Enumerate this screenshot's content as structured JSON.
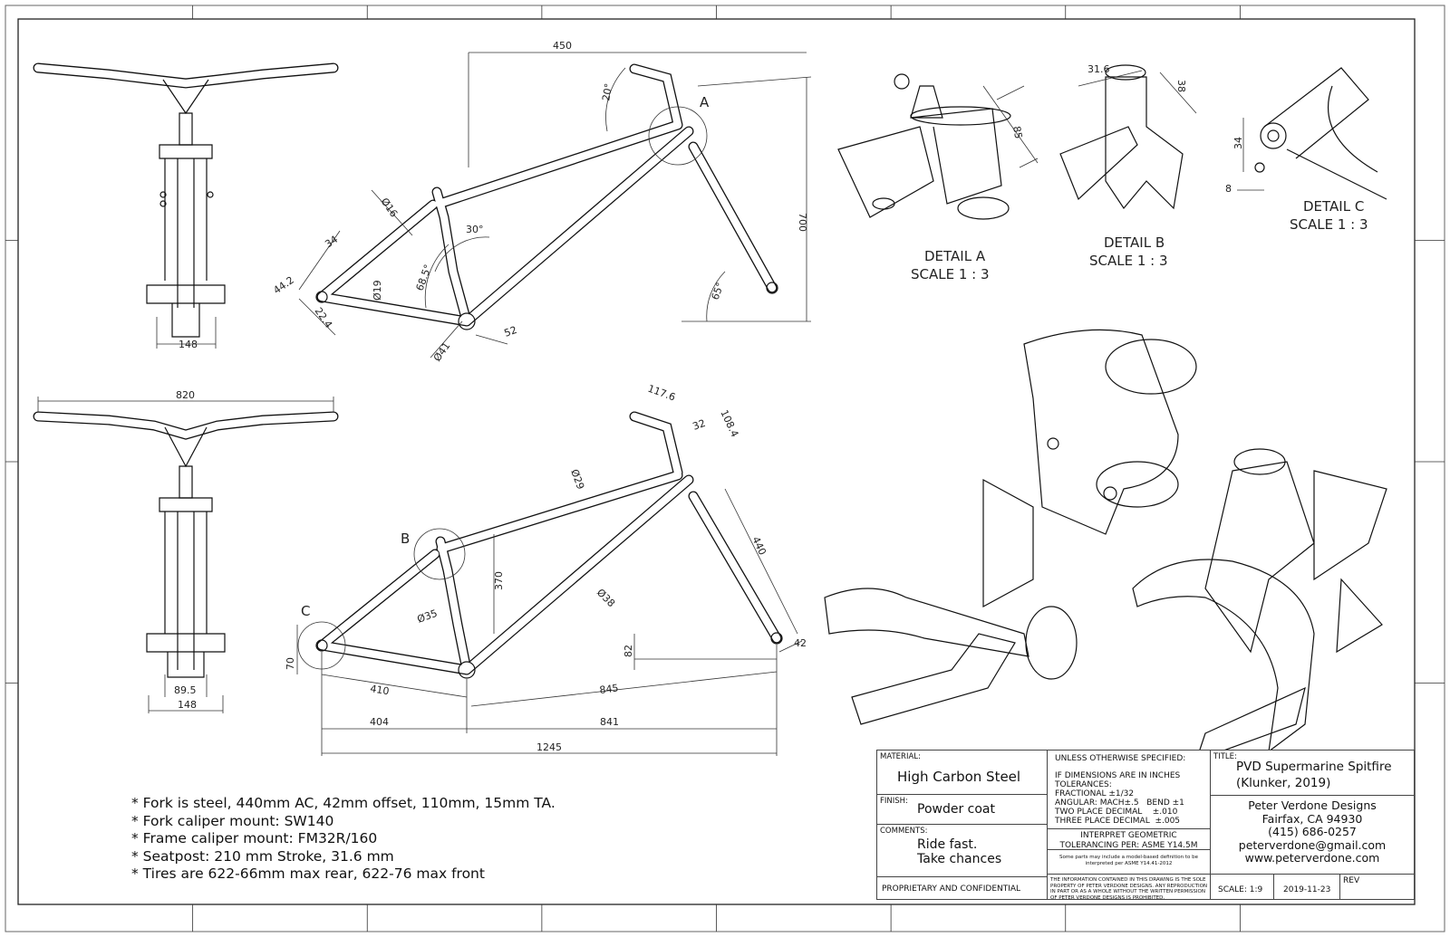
{
  "top_view": {
    "dims": {
      "reach": "450",
      "stem_angle": "20°",
      "detail_a_marker": "A",
      "stack": "700",
      "seatstay_dia": "Ø16",
      "dropout_34": "34",
      "dropout_44": "44.2",
      "dropout_22": "22.4",
      "chainstay_dia": "Ø19",
      "seat_angle": "68.5°",
      "bend_angle": "30°",
      "bb_52": "52",
      "bb_dia": "Ø41",
      "head_angle": "65°"
    },
    "front_width": "148"
  },
  "bottom_view": {
    "bar_width": "820",
    "hub_89": "89.5",
    "hub_148": "148",
    "dims": {
      "stem_len": "117.6",
      "spacer": "32",
      "stem_stack": "108.4",
      "toptube_dia": "Ø29",
      "detail_b_marker": "B",
      "seat_tube": "370",
      "seat_tube_dia": "Ø35",
      "downtube_dia": "Ø38",
      "fork_ac": "440",
      "detail_c_marker": "C",
      "dropout_70": "70",
      "bb_drop": "82",
      "fork_offset": "42",
      "chainstay": "410",
      "front_center": "845",
      "rear_h": "404",
      "front_h": "841",
      "wheelbase": "1245"
    }
  },
  "details": [
    {
      "name": "DETAIL A",
      "scale": "SCALE 1 : 3",
      "dims": [
        "85"
      ]
    },
    {
      "name": "DETAIL B",
      "scale": "SCALE 1 : 3",
      "dims": [
        "31.6",
        "38"
      ]
    },
    {
      "name": "DETAIL C",
      "scale": "SCALE 1 : 3",
      "dims": [
        "34",
        "8"
      ]
    }
  ],
  "notes": [
    "* Fork is steel, 440mm AC, 42mm offset, 110mm, 15mm TA.",
    "* Fork caliper mount: SW140",
    "* Frame caliper mount: FM32R/160",
    "* Seatpost: 210 mm Stroke, 31.6 mm",
    "* Tires are 622-66mm max rear, 622-76 max front"
  ],
  "title_block": {
    "material_label": "MATERIAL:",
    "material": "High Carbon Steel",
    "finish_label": "FINISH:",
    "finish": "Powder coat",
    "comments_label": "COMMENTS:",
    "comments_1": "Ride fast.",
    "comments_2": "Take chances",
    "proprietary": "PROPRIETARY AND CONFIDENTIAL",
    "tol_header": "UNLESS OTHERWISE SPECIFIED:",
    "tol_lines": [
      "IF DIMENSIONS ARE IN INCHES",
      "TOLERANCES:",
      "FRACTIONAL ±1/32",
      "ANGULAR: MACH±.5   BEND ±1",
      "TWO PLACE DECIMAL    ±.010",
      "THREE PLACE DECIMAL  ±.005"
    ],
    "interpret_1": "INTERPRET GEOMETRIC",
    "interpret_2": "TOLERANCING PER: ASME Y14.5M",
    "model_based": "Some parts may include a model-based definition to be interpreted per ASME Y14.41-2012",
    "info": "THE INFORMATION CONTAINED IN THIS DRAWING IS THE SOLE PROPERTY OF PETER VERDONE DESIGNS. ANY REPRODUCTION IN PART OR AS A WHOLE WITHOUT THE WRITTEN PERMISSION OF PETER VERDONE DESIGNS IS PROHIBITED.",
    "title_label": "TITLE:",
    "title_1": "PVD Supermarine Spitfire",
    "title_2": "(Klunker, 2019)",
    "company": "Peter Verdone Designs",
    "city": "Fairfax, CA 94930",
    "phone": "(415) 686-0257",
    "email": "peterverdone@gmail.com",
    "web": "www.peterverdone.com",
    "scale": "SCALE: 1:9",
    "date": "2019-11-23",
    "rev_label": "REV"
  }
}
